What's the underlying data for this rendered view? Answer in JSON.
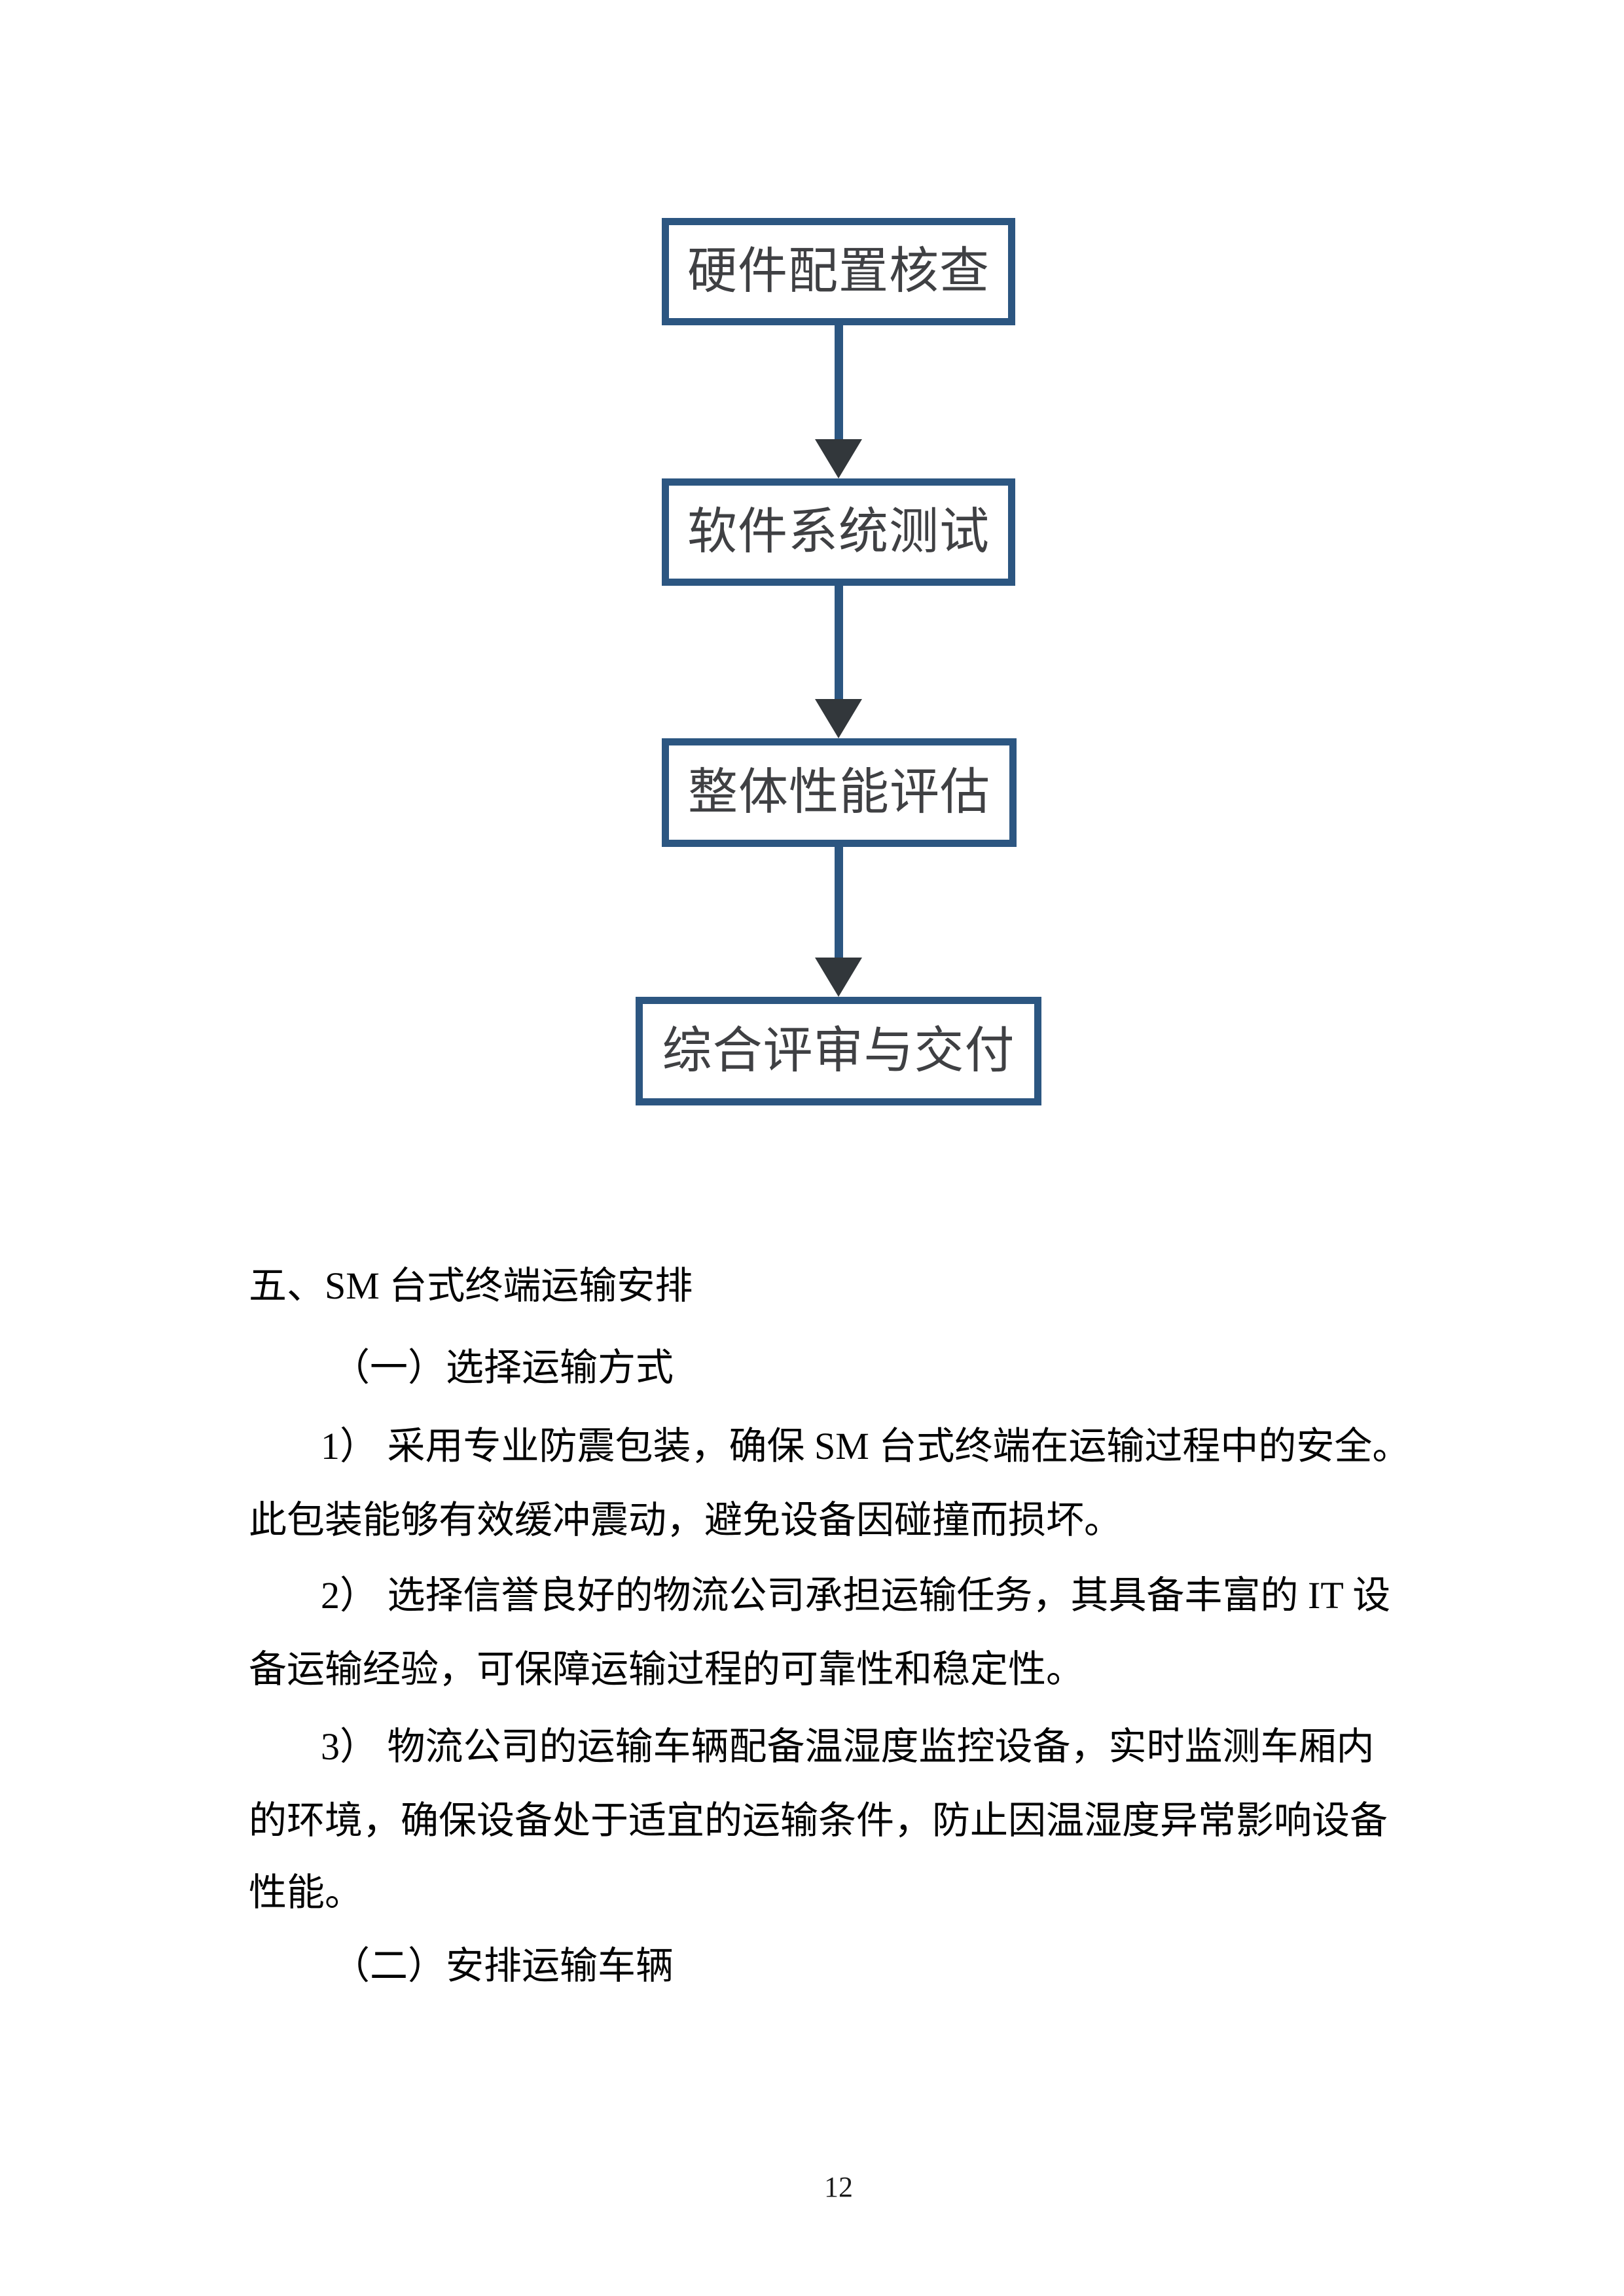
{
  "page": {
    "number": "12",
    "background_color": "#ffffff"
  },
  "flowchart": {
    "nodes": [
      {
        "label": "硬件配置核查"
      },
      {
        "label": "软件系统测试"
      },
      {
        "label": "整体性能评估"
      },
      {
        "label": "综合评审与交付"
      }
    ],
    "colors": {
      "box_border": "#2c5681",
      "box_text": "#3f4043",
      "arrow_stem": "#2c5681",
      "arrow_head": "#32373b"
    }
  },
  "document": {
    "lines": [
      {
        "text": "五、SM 台式终端运输安排"
      },
      {
        "text": "（一）选择运输方式"
      },
      {
        "text": "1） 采用专业防震包装，确保 SM 台式终端在运输过程中的安全。"
      },
      {
        "text": "此包装能够有效缓冲震动，避免设备因碰撞而损坏。"
      },
      {
        "text": "2） 选择信誉良好的物流公司承担运输任务，其具备丰富的 IT 设"
      },
      {
        "text": "备运输经验，可保障运输过程的可靠性和稳定性。"
      },
      {
        "text": "3） 物流公司的运输车辆配备温湿度监控设备，实时监测车厢内"
      },
      {
        "text": "的环境，确保设备处于适宜的运输条件，防止因温湿度异常影响设备"
      },
      {
        "text": "性能。"
      },
      {
        "text": "（二）安排运输车辆"
      }
    ]
  }
}
